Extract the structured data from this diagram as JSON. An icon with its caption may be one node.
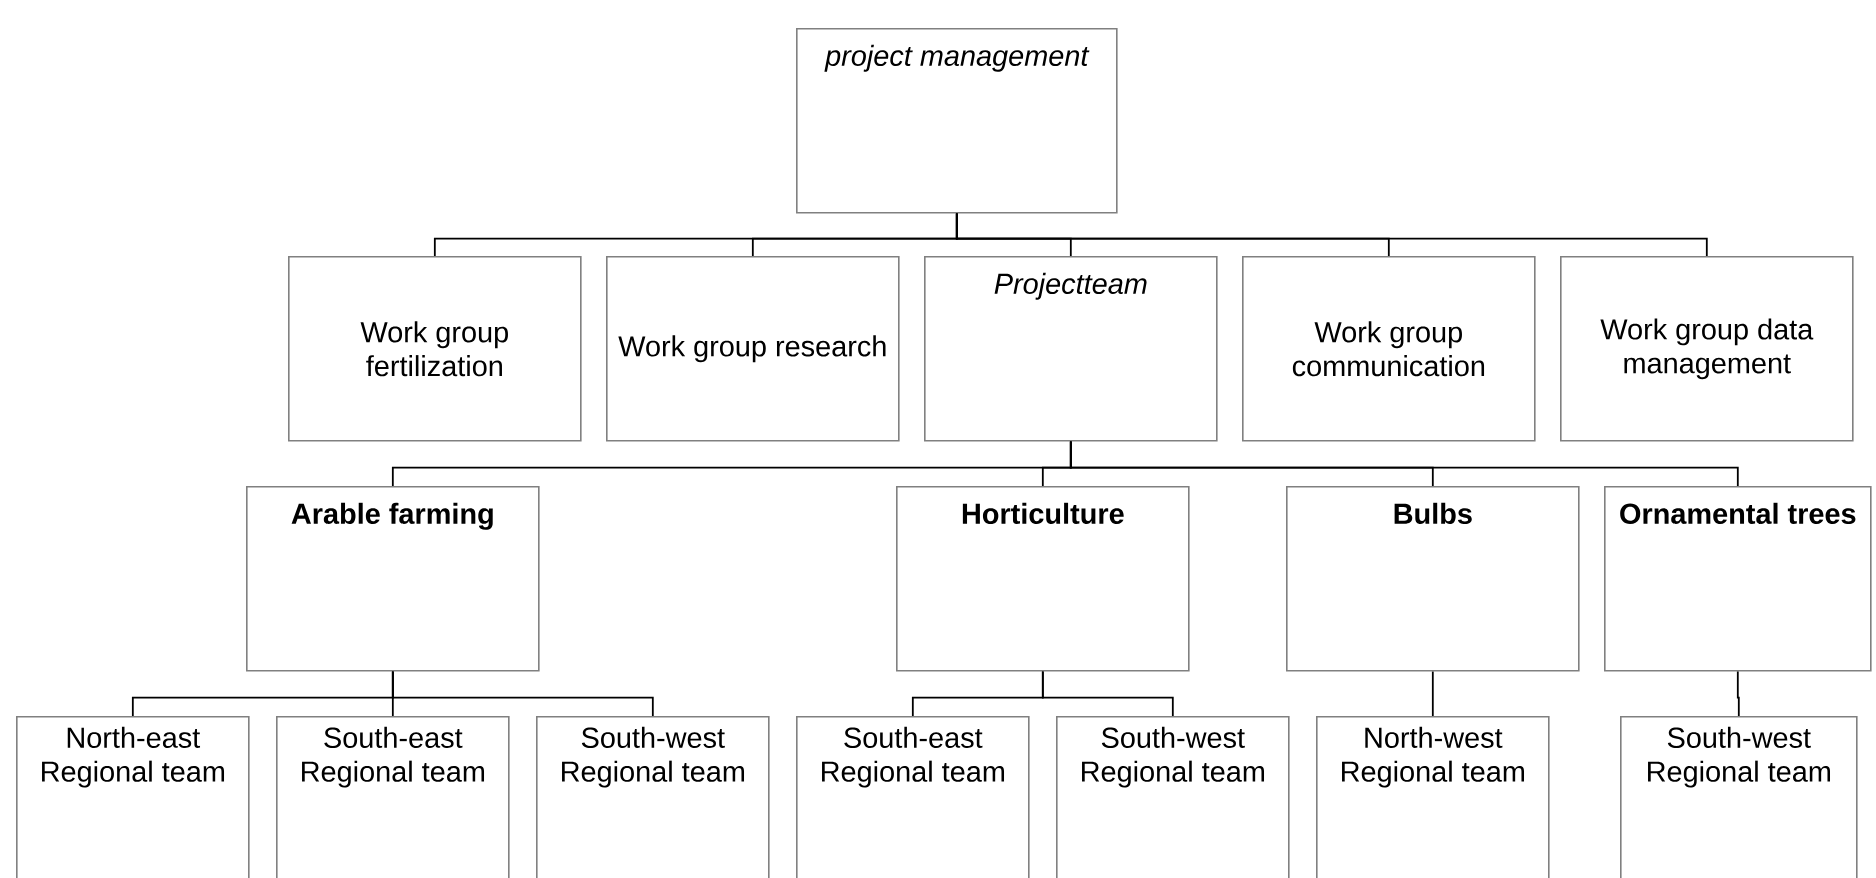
{
  "diagram": {
    "nodes": [
      {
        "text": [
          "project management"
        ]
      },
      {
        "text": [
          "Work group fertilization"
        ]
      },
      {
        "text": [
          "Work group research"
        ]
      },
      {
        "text": [
          "Projectteam"
        ]
      },
      {
        "text": [
          "Work group communication"
        ]
      },
      {
        "text": [
          "Work group data management"
        ]
      },
      {
        "text": [
          "Arable farming"
        ]
      },
      {
        "text": [
          "Horticulture"
        ]
      },
      {
        "text": [
          "Bulbs"
        ]
      },
      {
        "text": [
          "Ornamental trees"
        ]
      },
      {
        "text": [
          "North-east Regional team"
        ]
      },
      {
        "text": [
          "South-east Regional team"
        ]
      },
      {
        "text": [
          "South-west Regional team"
        ]
      },
      {
        "text": [
          "South-east Regional team"
        ]
      },
      {
        "text": [
          "South-west Regional team"
        ]
      },
      {
        "text": [
          "North-west Regional team"
        ]
      },
      {
        "text": [
          "South-west Regional team"
        ]
      }
    ],
    "edges": [
      {
        "from": 0,
        "to": 1,
        "arrow": "none"
      },
      {
        "from": 0,
        "to": 2,
        "arrow": "none"
      },
      {
        "from": 0,
        "to": 3,
        "arrow": "none"
      },
      {
        "from": 0,
        "to": 4,
        "arrow": "none"
      },
      {
        "from": 0,
        "to": 5,
        "arrow": "none"
      },
      {
        "from": 3,
        "to": 6,
        "arrow": "none"
      },
      {
        "from": 3,
        "to": 7,
        "arrow": "none"
      },
      {
        "from": 3,
        "to": 8,
        "arrow": "none"
      },
      {
        "from": 3,
        "to": 9,
        "arrow": "none"
      },
      {
        "from": 6,
        "to": 10,
        "arrow": "none"
      },
      {
        "from": 6,
        "to": 11,
        "arrow": "none"
      },
      {
        "from": 6,
        "to": 12,
        "arrow": "none"
      },
      {
        "from": 7,
        "to": 13,
        "arrow": "none"
      },
      {
        "from": 7,
        "to": 14,
        "arrow": "none"
      },
      {
        "from": 8,
        "to": 15,
        "arrow": "none"
      },
      {
        "from": 9,
        "to": 16,
        "arrow": "none"
      }
    ]
  }
}
